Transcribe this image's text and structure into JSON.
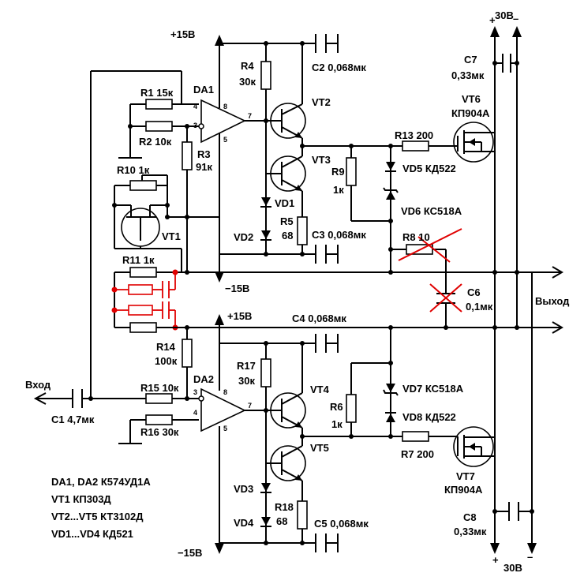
{
  "labels": {
    "plus15_top": "+15В",
    "minus15_mid": "−15В",
    "plus15_mid": "+15В",
    "minus15_bot": "−15В",
    "plus30_top": "30В",
    "plus30_bot": "30В",
    "plus_sign": "+",
    "minus_sign": "–",
    "output": "Выход",
    "input": "Вход",
    "da1": "DA1",
    "da2": "DA2",
    "pin4": "4",
    "pin3": "3",
    "pin8": "8",
    "pin7": "7",
    "pin5": "5",
    "r1": "R1 15к",
    "r2": "R2 10к",
    "r3": "R3",
    "r3v": "91к",
    "r4": "R4",
    "r4v": "30к",
    "r5": "R5",
    "r5v": "68",
    "r6": "R6",
    "r6v": "1к",
    "r7": "R7 200",
    "r8": "R8 10",
    "r9": "R9",
    "r9v": "1к",
    "r10": "R10 1к",
    "r11": "R11 1к",
    "r13": "R13 200",
    "r14": "R14",
    "r14v": "100к",
    "r15": "R15 10к",
    "r16": "R16 30к",
    "r17": "R17",
    "r17v": "30к",
    "r18": "R18",
    "r18v": "68",
    "c1": "C1 4,7мк",
    "c2": "C2 0,068мк",
    "c3": "C3 0,068мк",
    "c4": "C4 0,068мк",
    "c5": "C5 0,068мк",
    "c6": "C6",
    "c6v": "0,1мк",
    "c7": "C7",
    "c7v": "0,33мк",
    "c8": "C8",
    "c8v": "0,33мк",
    "vt1": "VT1",
    "vt2": "VT2",
    "vt3": "VT3",
    "vt4": "VT4",
    "vt5": "VT5",
    "vt6": "VT6",
    "vt6t": "КП904А",
    "vt7": "VT7",
    "vt7t": "КП904А",
    "vd1": "VD1",
    "vd2": "VD2",
    "vd3": "VD3",
    "vd4": "VD4",
    "vd5": "VD5 КД522",
    "vd6": "VD6 КС518А",
    "vd7": "VD7 КС518А",
    "vd8": "VD8 КД522"
  },
  "legend": [
    "DA1, DA2  К574УД1А",
    "VT1 КП303Д",
    "VT2...VT5  КТ3102Д",
    "VD1...VD4  КД521"
  ],
  "colors": {
    "ink": "#000000",
    "correction": "#e00000"
  }
}
